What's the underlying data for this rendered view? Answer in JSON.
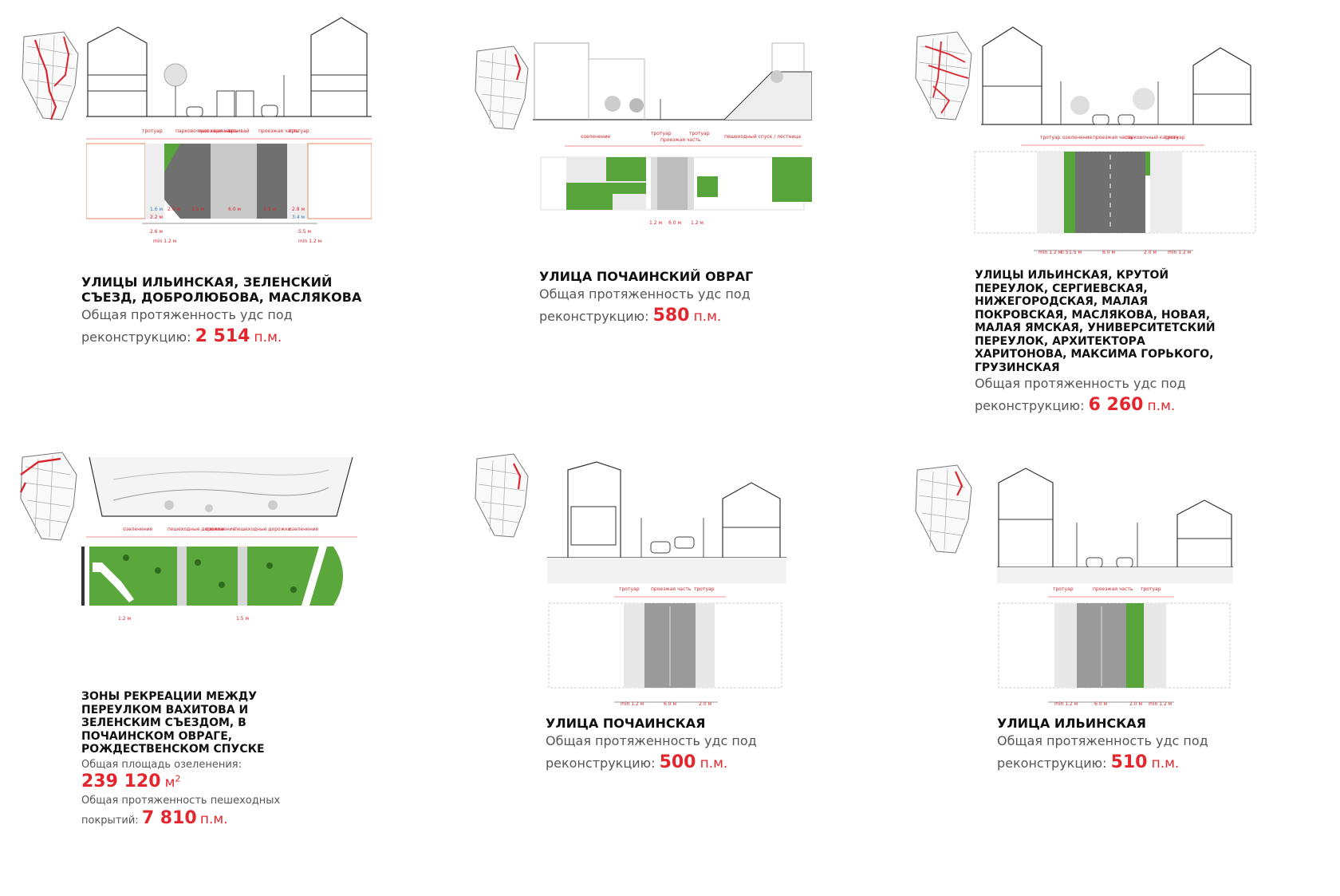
{
  "colors": {
    "accent": "#e3262e",
    "grass": "#57a53a",
    "asphalt": "#6f6f6f",
    "paving": "#cfcfcf",
    "tram": "#bdbdbd"
  },
  "panels": [
    {
      "title": "УЛИЦЫ ИЛЬИНСКАЯ, ЗЕЛЕНСКИЙ СЪЕЗД, ДОБРОЛЮБОВА, МАСЛЯКОВА",
      "subtitle_a": "Общая протяженность удс под",
      "subtitle_b": "реконструкцию:",
      "value": "2 514",
      "unit": "п.м.",
      "labels": [
        "тротуар",
        "парковочные карманы",
        "проезжая часть",
        "трамвай",
        "проезжая часть",
        "тротуар"
      ],
      "dims": [
        "1.6 м",
        "2.0 м",
        "2.2 м",
        "3.5 м",
        "6.0 м",
        "3.5 м",
        "2.8 м",
        "3.4 м",
        "2.6 м",
        "5.5 м",
        "min 1.2 м",
        "min 1.2 м"
      ]
    },
    {
      "title": "УЛИЦА ПОЧАИНСКИЙ ОВРАГ",
      "subtitle_a": "Общая протяженность удс под",
      "subtitle_b": "реконструкцию:",
      "value": "580",
      "unit": "п.м.",
      "labels": [
        "озеленение",
        "тротуар",
        "проезжая часть",
        "тротуар",
        "пешеходный спуск / лестница"
      ],
      "dims": [
        "1.2 м",
        "6.0 м",
        "1.2 м"
      ]
    },
    {
      "title": "УЛИЦЫ ИЛЬИНСКАЯ,  КРУТОЙ ПЕРЕУЛОК, СЕРГИЕВСКАЯ, НИЖЕГОРОДСКАЯ, МАЛАЯ ПОКРОВСКАЯ, МАСЛЯКОВА, НОВАЯ, МАЛАЯ ЯМСКАЯ, УНИВЕРСИТЕТСКИЙ ПЕРЕУЛОК, АРХИТЕКТОРА ХАРИТОНОВА, МАКСИМА ГОРЬКОГО, ГРУЗИНСКАЯ",
      "subtitle_a": "Общая протяженность удс под",
      "subtitle_b": "реконструкцию:",
      "value": "6 260",
      "unit": "п.м.",
      "labels": [
        "тротуар",
        "озеленение",
        "проезжая часть",
        "парковочный карман",
        "тротуар"
      ],
      "dims": [
        "min 1.2 м",
        "0.5",
        "1.5 м",
        "6.0 м",
        "2.0 м",
        "min 1.2 м"
      ]
    },
    {
      "title": "ЗОНЫ РЕКРЕАЦИИ МЕЖДУ ПЕРЕУЛКОМ ВАХИТОВА И ЗЕЛЕНСКИМ СЪЕЗДОМ, В ПОЧАИНСКОМ ОВРАГЕ, РОЖДЕСТВЕНСКОМ СПУСКЕ",
      "area_label": "Общая площадь озеленения:",
      "area_value": "239 120",
      "area_unit": "м",
      "area_sup": "2",
      "path_label": "Общая протяженность пешеходных",
      "path_label_b": "покрытий:",
      "path_value": "7 810",
      "path_unit": "п.м.",
      "labels": [
        "озеленение",
        "пешеходные дорожки",
        "озеленение",
        "пешеходные дорожки",
        "озеленение"
      ],
      "dims": [
        "1.2 м",
        "1.5 м"
      ]
    },
    {
      "title": "УЛИЦА ПОЧАИНСКАЯ",
      "subtitle_a": "Общая протяженность удс под",
      "subtitle_b": "реконструкцию:",
      "value": "500",
      "unit": "п.м.",
      "labels": [
        "тротуар",
        "проезжая часть",
        "тротуар"
      ],
      "dims": [
        "min 1.2 м",
        "6.0 м",
        "2.0 м"
      ]
    },
    {
      "title": "УЛИЦА ИЛЬИНСКАЯ",
      "subtitle_a": "Общая протяженность удс под",
      "subtitle_b": "реконструкцию:",
      "value": "510",
      "unit": "п.м.",
      "labels": [
        "тротуар",
        "проезжая часть",
        "тротуар"
      ],
      "dims": [
        "min 1.2 м",
        "6.0 м",
        "2.0 м",
        "min 1.2 м"
      ]
    }
  ]
}
